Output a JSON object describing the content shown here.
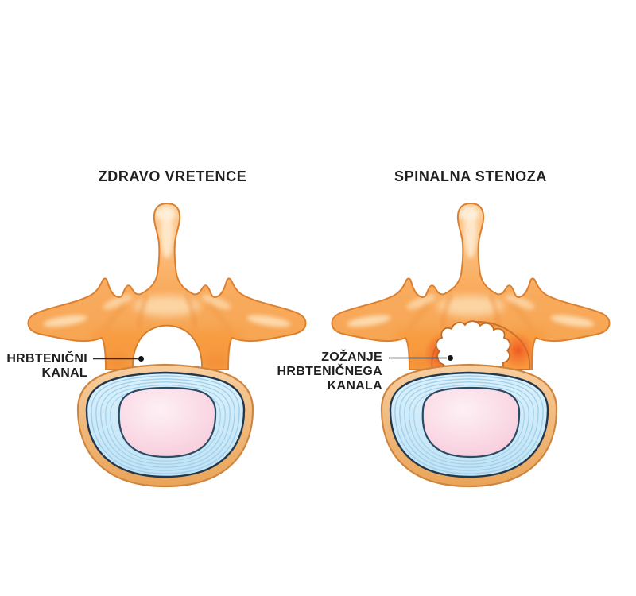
{
  "meta": {
    "description": "Medical illustration comparing a healthy vertebra cross-section with spinal stenosis (Slovenian labels)"
  },
  "panels": {
    "healthy": {
      "title": "ZDRAVO VRETENCE",
      "label_line1": "HRBTENIČNI",
      "label_line2": "KANAL"
    },
    "stenosis": {
      "title": "SPINALNA STENOZA",
      "label_line1": "ZOŽANJE",
      "label_line2": "HRBTENIČNEGA",
      "label_line3": "KANALA"
    }
  },
  "colors": {
    "background": "#ffffff",
    "text": "#1f1f1f",
    "bone": "#F7A54E",
    "bone_highlight": "#FDE3BD",
    "bone_outline": "#DC8030",
    "pedicle_orange": "#F89B3F",
    "disc_outer_tan": "#F1BC82",
    "disc_annulus_blue": "#C9E8F8",
    "disc_ring_line": "#A2D0EA",
    "disc_dark_navy": "#22384F",
    "nucleus_pink": "#F7CBDB",
    "canal_fill": "#FFFFFF",
    "stenosis_glow_red": "#EE4A1C",
    "pointer": "#1a1a1a"
  }
}
